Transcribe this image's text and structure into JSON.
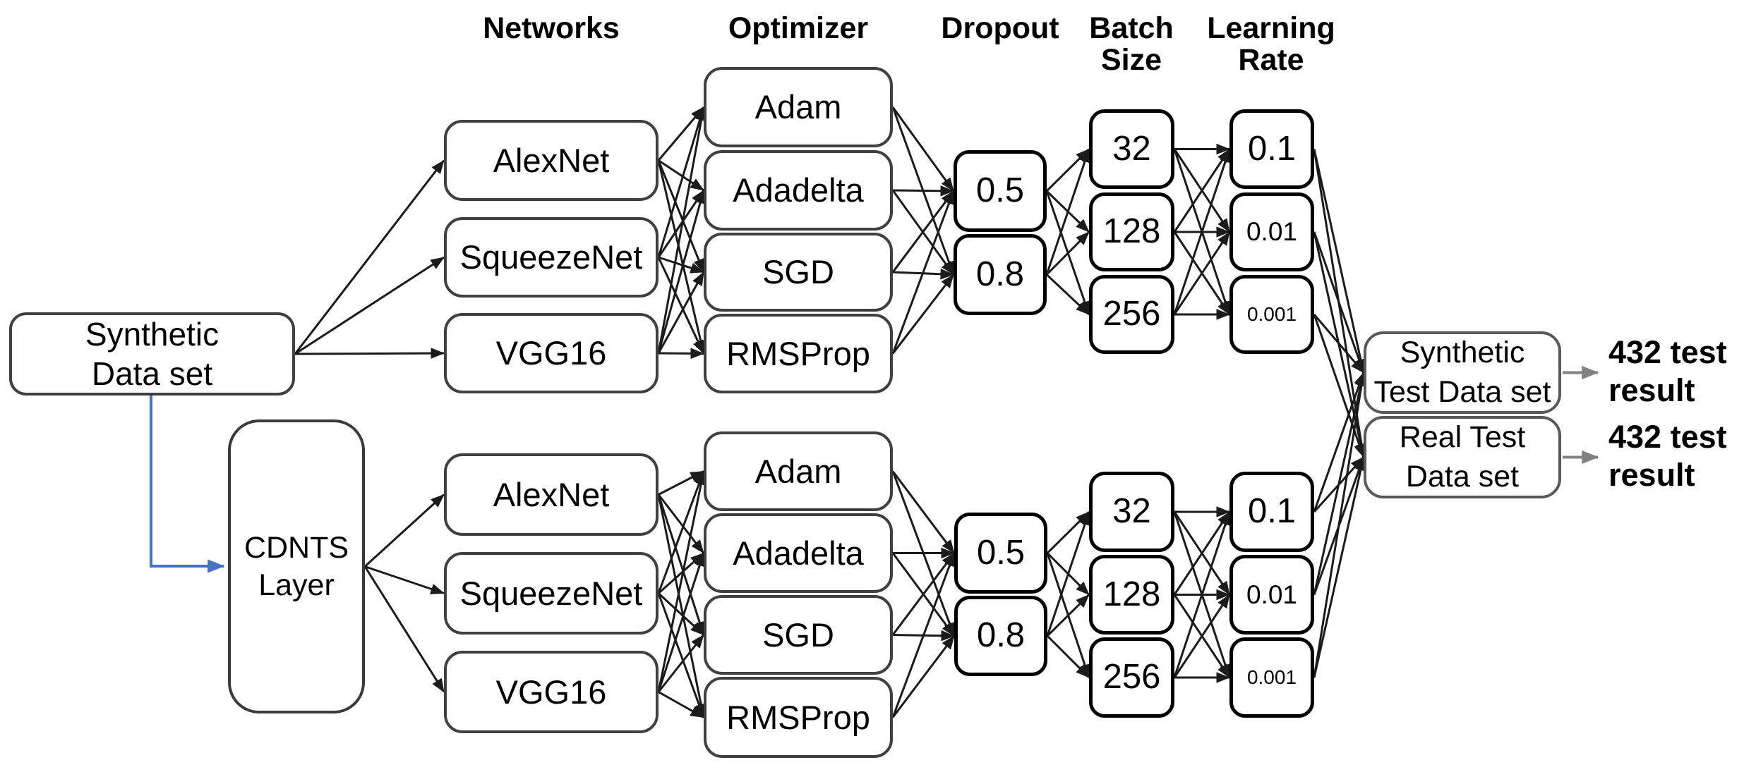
{
  "column_headers": {
    "networks": "Networks",
    "optimizer": "Optimizer",
    "dropout": "Dropout",
    "batch_size_line1": "Batch",
    "batch_size_line2": "Size",
    "learning_rate_line1": "Learning",
    "learning_rate_line2": "Rate"
  },
  "source_node": {
    "line1": "Synthetic",
    "line2": "Data set"
  },
  "cdnts_node": {
    "line1": "CDNTS",
    "line2": "Layer"
  },
  "pipelines": [
    {
      "networks": [
        "AlexNet",
        "SqueezeNet",
        "VGG16"
      ],
      "optimizers": [
        "Adam",
        "Adadelta",
        "SGD",
        "RMSProp"
      ],
      "dropouts": [
        "0.5",
        "0.8"
      ],
      "batch_sizes": [
        "32",
        "128",
        "256"
      ],
      "learning_rates": [
        "0.1",
        "0.01",
        "0.001"
      ]
    },
    {
      "networks": [
        "AlexNet",
        "SqueezeNet",
        "VGG16"
      ],
      "optimizers": [
        "Adam",
        "Adadelta",
        "SGD",
        "RMSProp"
      ],
      "dropouts": [
        "0.5",
        "0.8"
      ],
      "batch_sizes": [
        "32",
        "128",
        "256"
      ],
      "learning_rates": [
        "0.1",
        "0.01",
        "0.001"
      ]
    }
  ],
  "outputs": {
    "synthetic_test": {
      "line1": "Synthetic",
      "line2": "Test Data set"
    },
    "real_test": {
      "line1": "Real Test",
      "line2": "Data set"
    },
    "results": [
      {
        "line1": "432 test",
        "line2": "result"
      },
      {
        "line1": "432 test",
        "line2": "result"
      }
    ]
  },
  "colors": {
    "connector_black": "#1b1b1b",
    "cdnts_arrow_blue": "#4472c4",
    "result_arrow_gray": "#828282",
    "node_border_dark": "#404040",
    "param_border_black": "#000000",
    "test_border_gray": "#595959"
  }
}
